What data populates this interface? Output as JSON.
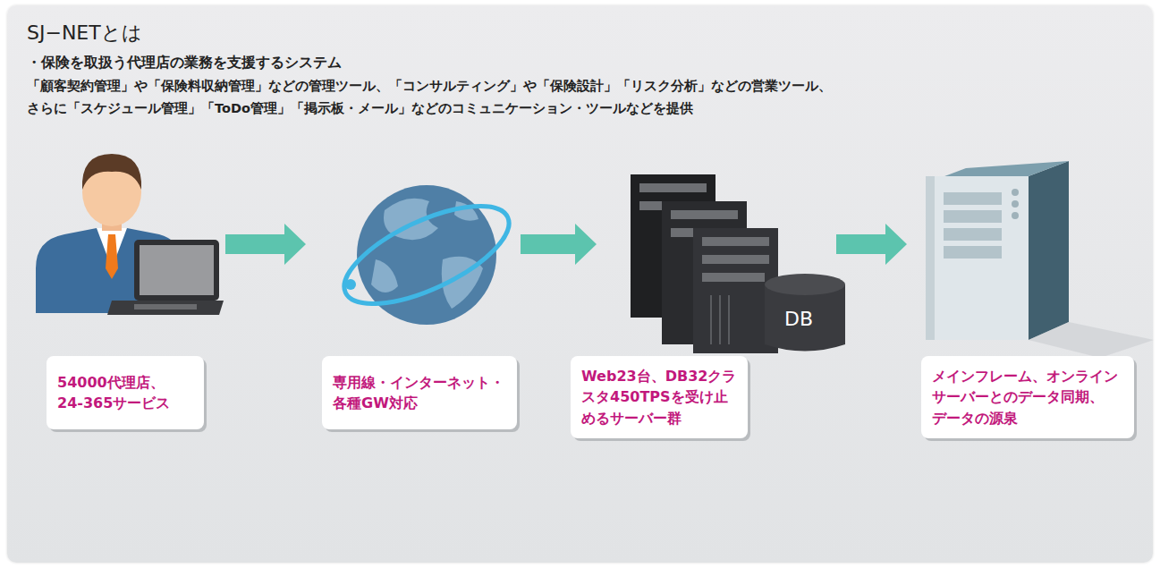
{
  "diagram": {
    "title": "SJ−NETとは",
    "nodes": [
      {
        "text": [
          "54000代理店、 24-365サービス"
        ]
      },
      {
        "text": [
          "専用線・インターネット・ 各種GW対応"
        ]
      },
      {
        "text": [
          "Web23台、DB32クラスタ450TPSを受け止めるサーバー群"
        ]
      },
      {
        "text": [
          "メインフレーム、オンライン サーバーとのデータ同期、 データの源泉"
        ]
      }
    ],
    "labels": [
      "・保険を取扱う代理店の業務を支援するシステム",
      "「顧客契約管理」や「保険料収納管理」などの管理ツール、「コンサルティング」や「保険設計」「リスク分析」などの営業ツール、",
      "さらに「スケジュール管理」「ToDo管理」「掲示板・メール」などのコミュニケーション・ツールなどを提供",
      "DB"
    ]
  }
}
